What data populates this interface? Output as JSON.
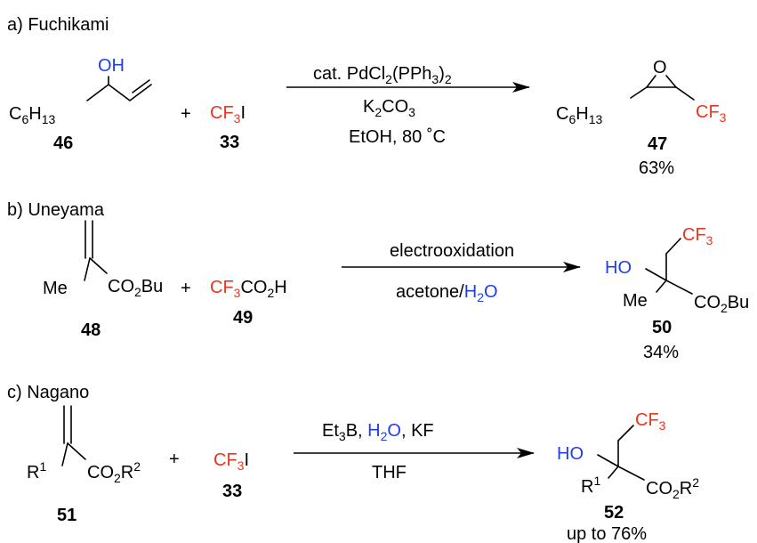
{
  "a": {
    "section": "a) Fuchikami",
    "sm_oh": "OH",
    "sm_c6": "C",
    "sm_c6_sub": "6",
    "sm_h": "H",
    "sm_h_sub": "13",
    "sm_num": "46",
    "plus": "+",
    "reagent_cf": "CF",
    "reagent_sub": "3",
    "reagent_i": "I",
    "reagent_num": "33",
    "cond1_a": "cat. PdCl",
    "cond1_b": "2",
    "cond1_c": "(PPh",
    "cond1_d": "3",
    "cond1_e": ")",
    "cond1_f": "2",
    "cond2_a": "K",
    "cond2_b": "2",
    "cond2_c": "CO",
    "cond2_d": "3",
    "cond3": "EtOH, 80 ˚C",
    "prod_c6": "C",
    "prod_c6_sub": "6",
    "prod_h": "H",
    "prod_h_sub": "13",
    "prod_o": "O",
    "prod_cf": "CF",
    "prod_cf_sub": "3",
    "prod_num": "47",
    "yield": "63%"
  },
  "b": {
    "section": "b) Uneyama",
    "sm_me": "Me",
    "sm_co": "CO",
    "sm_co_sub": "2",
    "sm_bu": "Bu",
    "sm_num": "48",
    "plus": "+",
    "reagent_cf": "CF",
    "reagent_sub": "3",
    "reagent_co": "CO",
    "reagent_sub2": "2",
    "reagent_h": "H",
    "reagent_num": "49",
    "cond1": "electrooxidation",
    "cond2_a": "acetone/",
    "cond2_h": "H",
    "cond2_sub": "2",
    "cond2_o": "O",
    "prod_cf": "CF",
    "prod_cf_sub": "3",
    "prod_ho": "HO",
    "prod_me": "Me",
    "prod_co": "CO",
    "prod_co_sub": "2",
    "prod_bu": "Bu",
    "prod_num": "50",
    "yield": "34%"
  },
  "c": {
    "section": "c) Nagano",
    "sm_r": "R",
    "sm_r_sup": "1",
    "sm_co": "CO",
    "sm_co_sub": "2",
    "sm_r2": "R",
    "sm_r2_sup": "2",
    "sm_num": "51",
    "plus": "+",
    "reagent_cf": "CF",
    "reagent_sub": "3",
    "reagent_i": "I",
    "reagent_num": "33",
    "cond1_a": "Et",
    "cond1_b": "3",
    "cond1_c": "B, ",
    "cond1_h": "H",
    "cond1_hsub": "2",
    "cond1_o": "O",
    "cond1_d": ", KF",
    "cond2": "THF",
    "prod_cf": "CF",
    "prod_cf_sub": "3",
    "prod_ho": "HO",
    "prod_r": "R",
    "prod_r_sup": "1",
    "prod_co": "CO",
    "prod_co_sub": "2",
    "prod_r2": "R",
    "prod_r2_sup": "2",
    "prod_num": "52",
    "yield": "up to 76%"
  }
}
